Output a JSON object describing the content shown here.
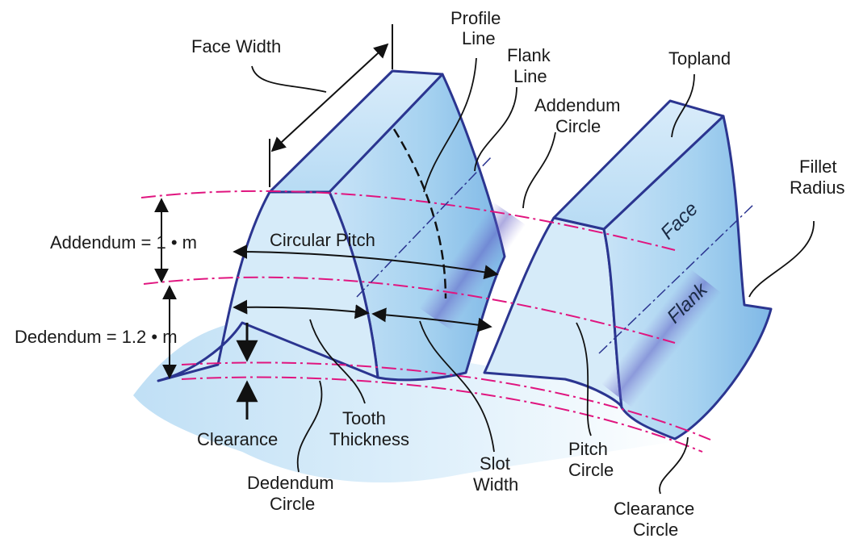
{
  "diagram": {
    "labels": {
      "face_width": "Face Width",
      "profile_line_1": "Profile",
      "profile_line_2": "Line",
      "flank_line_1": "Flank",
      "flank_line_2": "Line",
      "addendum_circle_1": "Addendum",
      "addendum_circle_2": "Circle",
      "topland": "Topland",
      "fillet_radius_1": "Fillet",
      "fillet_radius_2": "Radius",
      "face": "Face",
      "flank": "Flank",
      "addendum": "Addendum = 1 • m",
      "dedendum": "Dedendum = 1.2 • m",
      "circular_pitch": "Circular Pitch",
      "clearance": "Clearance",
      "tooth_thickness_1": "Tooth",
      "tooth_thickness_2": "Thickness",
      "slot_width_1": "Slot",
      "slot_width_2": "Width",
      "pitch_circle_1": "Pitch",
      "pitch_circle_2": "Circle",
      "dedendum_circle_1": "Dedendum",
      "dedendum_circle_2": "Circle",
      "clearance_circle_1": "Clearance",
      "clearance_circle_2": "Circle"
    },
    "colors": {
      "tooth_outline": "#2b3590",
      "tooth_face": "#cfe6f7",
      "tooth_flank": "#9fcdee",
      "flank_stripe": "#6f68c8",
      "base_shadow": "#d7ecf9",
      "circle_line": "#e0157f",
      "dimension_line": "#111111"
    }
  }
}
